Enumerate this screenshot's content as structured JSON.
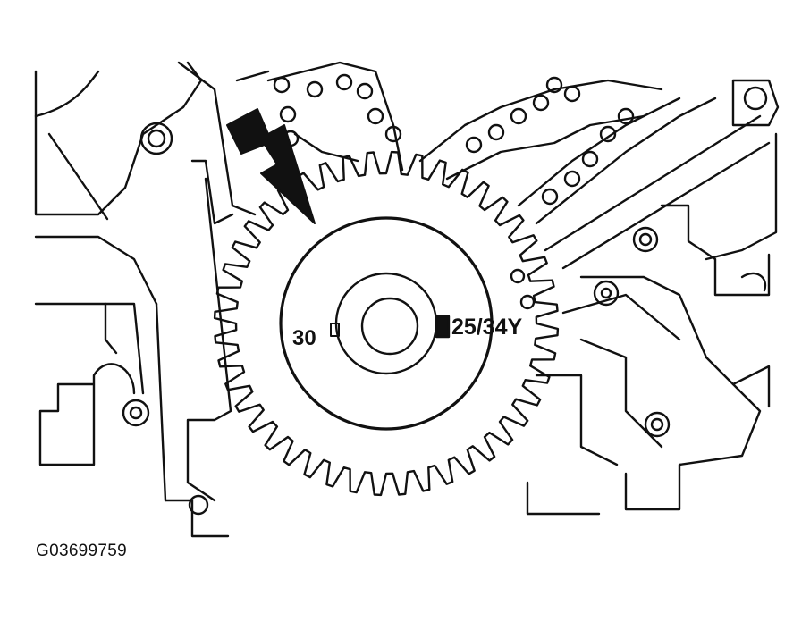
{
  "figure": {
    "label_left_mark": "30",
    "label_right_mark": "25/34Y",
    "figure_id": "G03699759"
  },
  "colors": {
    "ink": "#111111",
    "paper": "#ffffff"
  },
  "icons": {
    "arrow": "pointer-arrow-icon"
  }
}
